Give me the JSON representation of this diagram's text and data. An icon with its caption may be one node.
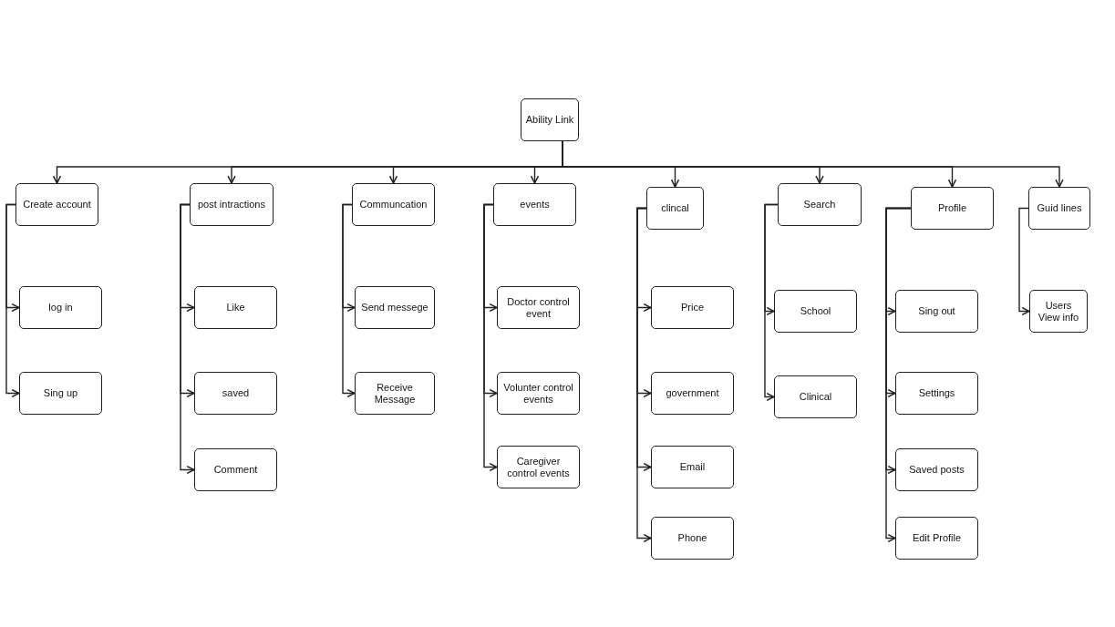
{
  "diagram": {
    "nodes": [
      {
        "text": [
          "Ability Link"
        ]
      },
      {
        "text": [
          "Create account"
        ]
      },
      {
        "text": [
          "post intractions"
        ]
      },
      {
        "text": [
          "Communcation"
        ]
      },
      {
        "text": [
          "events"
        ]
      },
      {
        "text": [
          "clincal"
        ]
      },
      {
        "text": [
          "Search"
        ]
      },
      {
        "text": [
          "Profile"
        ]
      },
      {
        "text": [
          "Guid lines"
        ]
      },
      {
        "text": [
          "log in"
        ]
      },
      {
        "text": [
          "Sing up"
        ]
      },
      {
        "text": [
          "Like"
        ]
      },
      {
        "text": [
          "saved"
        ]
      },
      {
        "text": [
          "Comment"
        ]
      },
      {
        "text": [
          "Send messege"
        ]
      },
      {
        "text": [
          "Receive Message"
        ]
      },
      {
        "text": [
          "Doctor control event"
        ]
      },
      {
        "text": [
          "Volunter control events"
        ]
      },
      {
        "text": [
          "Caregiver control events"
        ]
      },
      {
        "text": [
          "Price"
        ]
      },
      {
        "text": [
          "government"
        ]
      },
      {
        "text": [
          "Email"
        ]
      },
      {
        "text": [
          "Phone"
        ]
      },
      {
        "text": [
          "School"
        ]
      },
      {
        "text": [
          "Clinical"
        ]
      },
      {
        "text": [
          "Sing out"
        ]
      },
      {
        "text": [
          "Settings"
        ]
      },
      {
        "text": [
          "Saved posts"
        ]
      },
      {
        "text": [
          "Edit Profile"
        ]
      },
      {
        "text": [
          "Users View info"
        ]
      }
    ],
    "edges": [
      {
        "from": 0,
        "to": 1,
        "arrow": "to"
      },
      {
        "from": 0,
        "to": 2,
        "arrow": "to"
      },
      {
        "from": 0,
        "to": 3,
        "arrow": "to"
      },
      {
        "from": 0,
        "to": 4,
        "arrow": "to"
      },
      {
        "from": 0,
        "to": 5,
        "arrow": "to"
      },
      {
        "from": 0,
        "to": 6,
        "arrow": "to"
      },
      {
        "from": 0,
        "to": 7,
        "arrow": "to"
      },
      {
        "from": 0,
        "to": 8,
        "arrow": "to"
      },
      {
        "from": 1,
        "to": 9,
        "arrow": "to"
      },
      {
        "from": 1,
        "to": 10,
        "arrow": "to"
      },
      {
        "from": 2,
        "to": 11,
        "arrow": "to"
      },
      {
        "from": 2,
        "to": 12,
        "arrow": "to"
      },
      {
        "from": 2,
        "to": 13,
        "arrow": "to"
      },
      {
        "from": 3,
        "to": 14,
        "arrow": "to"
      },
      {
        "from": 3,
        "to": 15,
        "arrow": "to"
      },
      {
        "from": 4,
        "to": 16,
        "arrow": "to"
      },
      {
        "from": 4,
        "to": 17,
        "arrow": "to"
      },
      {
        "from": 4,
        "to": 18,
        "arrow": "to"
      },
      {
        "from": 5,
        "to": 19,
        "arrow": "to"
      },
      {
        "from": 5,
        "to": 20,
        "arrow": "to"
      },
      {
        "from": 5,
        "to": 21,
        "arrow": "to"
      },
      {
        "from": 5,
        "to": 22,
        "arrow": "to"
      },
      {
        "from": 6,
        "to": 23,
        "arrow": "to"
      },
      {
        "from": 6,
        "to": 24,
        "arrow": "to"
      },
      {
        "from": 7,
        "to": 25,
        "arrow": "to"
      },
      {
        "from": 7,
        "to": 26,
        "arrow": "to"
      },
      {
        "from": 7,
        "to": 27,
        "arrow": "to"
      },
      {
        "from": 7,
        "to": 28,
        "arrow": "to"
      },
      {
        "from": 8,
        "to": 29,
        "arrow": "to"
      }
    ]
  }
}
